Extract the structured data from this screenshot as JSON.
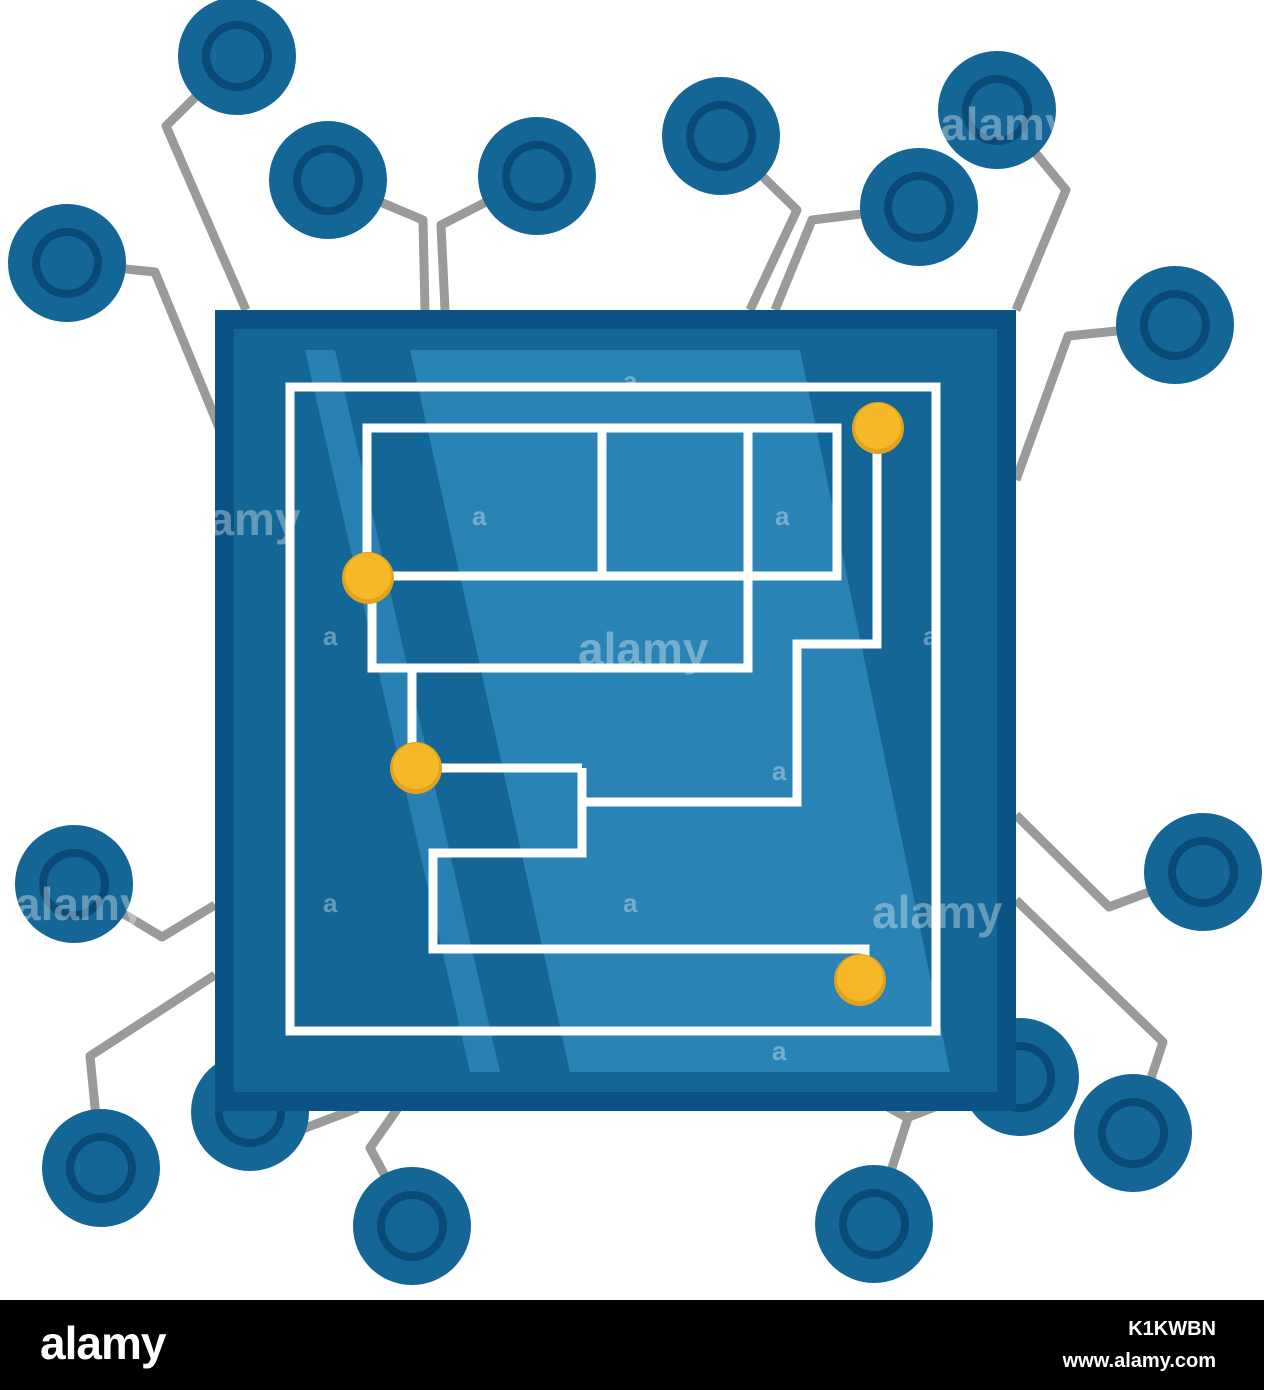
{
  "watermark": {
    "brand": "alamy",
    "short": "a"
  },
  "footer": {
    "logo_text": "alamy",
    "image_id": "K1KWBN",
    "url": "www.alamy.com"
  },
  "colors": {
    "chip_border": "#0b5285",
    "chip_fill": "#136696",
    "chip_highlight": "#2e86b8",
    "trace_white": "#ffffff",
    "node_outer": "#136696",
    "node_ring": "#0a4a78",
    "wire": "#9a9a9a",
    "pad_yellow": "#f5b829"
  },
  "icons": [
    "circuit-chip-icon",
    "connector-node-icon",
    "solder-pad-icon"
  ]
}
